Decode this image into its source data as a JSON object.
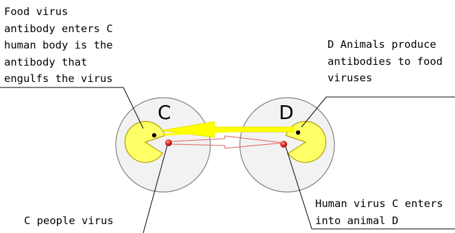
{
  "labels": {
    "top_left": [
      "Food virus",
      "antibody enters C",
      "human body is the",
      "antibody that",
      "engulfs the virus"
    ],
    "top_right": [
      "D Animals produce",
      "antibodies to food",
      "viruses"
    ],
    "bottom_left": "C people virus",
    "bottom_right": [
      "Human virus C enters",
      "into animal D"
    ],
    "circle_c": "C",
    "circle_d": "D"
  },
  "colors": {
    "circle_fill": "#f2f2f2",
    "circle_stroke": "#7f7f7f",
    "pacman_fill": "#ffff66",
    "pacman_stroke": "#b0a000",
    "arrow_yellow": "#ffff00",
    "arrow_red": "#e06666",
    "virus_red": "#e02020"
  }
}
